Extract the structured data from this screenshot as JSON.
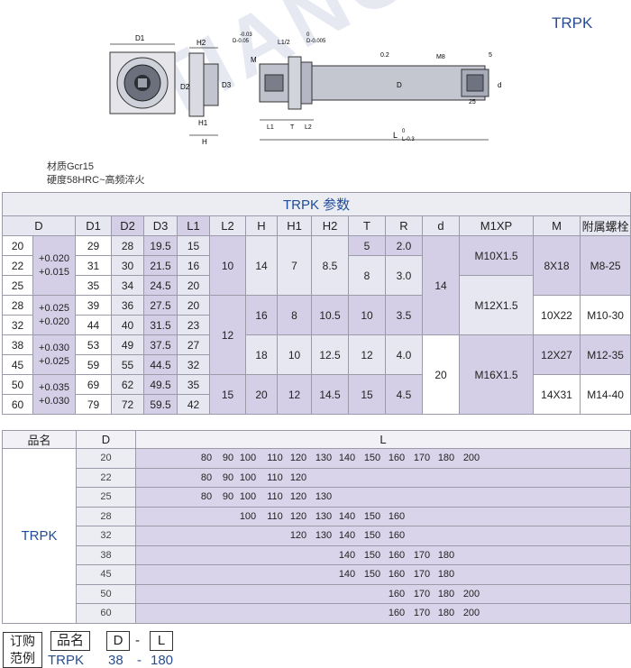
{
  "title": "TRPK",
  "watermark": "TIANGE",
  "material": "材质Gcr15",
  "hardness": "硬度58HRC~高频淬火",
  "drawing": {
    "labels": [
      "D1",
      "D2",
      "D3",
      "H2",
      "H1",
      "H",
      "L1/2",
      "L1",
      "T",
      "L2",
      "L",
      "D",
      "M",
      "M8",
      "5",
      "25",
      "d",
      "0.2"
    ],
    "tol_top_a": "-0.03",
    "tol_top_b": "D-0.05",
    "tol_top_c": "0",
    "tol_top_d": "D-0.005",
    "tol_L_a": "0",
    "tol_L_b": "L-0.3"
  },
  "params_table": {
    "caption": "TRPK 参数",
    "headers": [
      "D",
      "D1",
      "D2",
      "D3",
      "L1",
      "L2",
      "H",
      "H1",
      "H2",
      "T",
      "R",
      "d",
      "M1XP",
      "M",
      "附属螺栓"
    ],
    "d_values": [
      "20",
      "22",
      "25",
      "28",
      "32",
      "38",
      "45",
      "50",
      "60"
    ],
    "tolerances": [
      {
        "upper": "+0.020",
        "lower": "+0.015"
      },
      {
        "upper": "+0.025",
        "lower": "+0.020"
      },
      {
        "upper": "+0.030",
        "lower": "+0.025"
      },
      {
        "upper": "+0.035",
        "lower": "+0.030"
      }
    ],
    "D1": [
      "29",
      "31",
      "35",
      "39",
      "44",
      "53",
      "59",
      "69",
      "79"
    ],
    "D2": [
      "28",
      "30",
      "34",
      "36",
      "40",
      "49",
      "55",
      "62",
      "72"
    ],
    "D3": [
      "19.5",
      "21.5",
      "24.5",
      "27.5",
      "31.5",
      "37.5",
      "44.5",
      "49.5",
      "59.5"
    ],
    "L1": [
      "15",
      "16",
      "20",
      "20",
      "23",
      "27",
      "32",
      "35",
      "42"
    ],
    "L2": [
      "10",
      "12",
      "15"
    ],
    "H": [
      "14",
      "16",
      "18",
      "20"
    ],
    "H1": [
      "7",
      "8",
      "10",
      "12"
    ],
    "H2": [
      "8.5",
      "10.5",
      "12.5",
      "14.5"
    ],
    "T": [
      "5",
      "8",
      "10",
      "12",
      "15"
    ],
    "R": [
      "2.0",
      "3.0",
      "3.5",
      "4.0",
      "4.5"
    ],
    "d": [
      "14",
      "20"
    ],
    "M1XP": [
      "M10X1.5",
      "M12X1.5",
      "M16X1.5"
    ],
    "M": [
      "8X18",
      "10X22",
      "12X27",
      "14X31"
    ],
    "bolt": [
      "M8-25",
      "M10-30",
      "M12-35",
      "M14-40"
    ]
  },
  "length_table": {
    "headers": [
      "品名",
      "D",
      "L"
    ],
    "model": "TRPK",
    "rows": [
      {
        "d": "20",
        "L": [
          "80",
          "90",
          "100",
          "110",
          "120",
          "130",
          "140",
          "150",
          "160",
          "170",
          "180",
          "200"
        ]
      },
      {
        "d": "22",
        "L": [
          "80",
          "90",
          "100",
          "110",
          "120"
        ]
      },
      {
        "d": "25",
        "L": [
          "80",
          "90",
          "100",
          "110",
          "120",
          "130"
        ]
      },
      {
        "d": "28",
        "L": [
          "100",
          "110",
          "120",
          "130",
          "140",
          "150",
          "160"
        ]
      },
      {
        "d": "32",
        "L": [
          "120",
          "130",
          "140",
          "150",
          "160"
        ]
      },
      {
        "d": "38",
        "L": [
          "140",
          "150",
          "160",
          "170",
          "180"
        ]
      },
      {
        "d": "45",
        "L": [
          "140",
          "150",
          "160",
          "170",
          "180"
        ]
      },
      {
        "d": "50",
        "L": [
          "160",
          "170",
          "180",
          "200"
        ]
      },
      {
        "d": "60",
        "L": [
          "160",
          "170",
          "180",
          "200"
        ]
      }
    ]
  },
  "order_example": {
    "label_line1": "订购",
    "label_line2": "范例",
    "fields": [
      "品名",
      "D",
      "L"
    ],
    "sep": "-",
    "values": [
      "TRPK",
      "38",
      "-",
      "180"
    ]
  }
}
